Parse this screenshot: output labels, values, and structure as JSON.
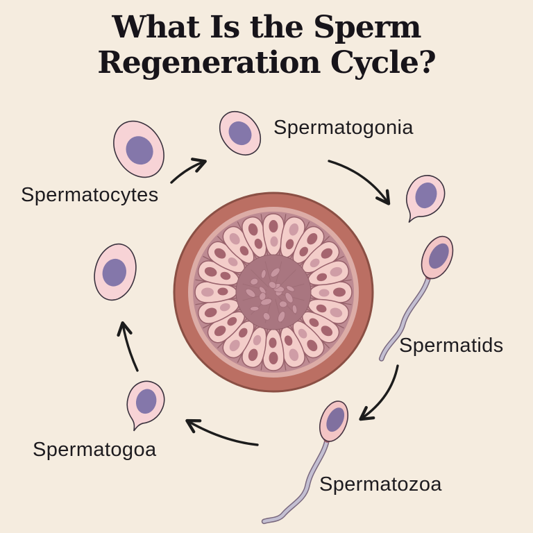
{
  "title": {
    "line1": "What Is the Sperm",
    "line2": "Regeneration Cycle?"
  },
  "labels": {
    "spermatogonia": "Spermatogonia",
    "spermatocytes": "Spermatocytes",
    "spermatids": "Spermatids",
    "spermatozoa": "Spermatozoa",
    "spermatogoa": "Spermatogoa"
  },
  "cycle": {
    "center_illustration": "seminiferous-tubule-cross-section",
    "arrows": [
      {
        "from": "spermatocytes",
        "to": "spermatogonia"
      },
      {
        "from": "spermatogonia",
        "to": "spermatids"
      },
      {
        "from": "spermatids",
        "to": "spermatozoa"
      },
      {
        "from": "spermatozoa",
        "to": "spermatogoa"
      },
      {
        "from": "spermatogoa",
        "to": "spermatocytes"
      }
    ]
  },
  "colors": {
    "background": "#f5ecdf",
    "title_text": "#17141a",
    "label_text": "#1d1b1f",
    "arrow": "#1c1c1c",
    "cell_body": "#f7d3d6",
    "cell_outline": "#39313d",
    "nucleus": "#8477aa",
    "sperm_head": "#f3c5c5",
    "sperm_nucleus": "#80709f",
    "sperm_neck": "#a55f6a",
    "sperm_tail": "#c3bfd2",
    "sperm_tail_outline": "#79687e",
    "tubule_wall": "#bb6f63",
    "tubule_wall_outline": "#8a4f44",
    "tubule_band": "#dcaca6",
    "tubule_inner_bg": "#bd8a92",
    "petal_fill": "#f3cdc9",
    "petal_outline": "#98616b",
    "petal_nucleus_dark": "#a5656f",
    "petal_nucleus_light": "#cf9da6",
    "lumen_fill": "#a97680",
    "lumen_outline": "#916069",
    "lumen_blob": "#c796a0",
    "divider_line": "#8d5a62"
  }
}
